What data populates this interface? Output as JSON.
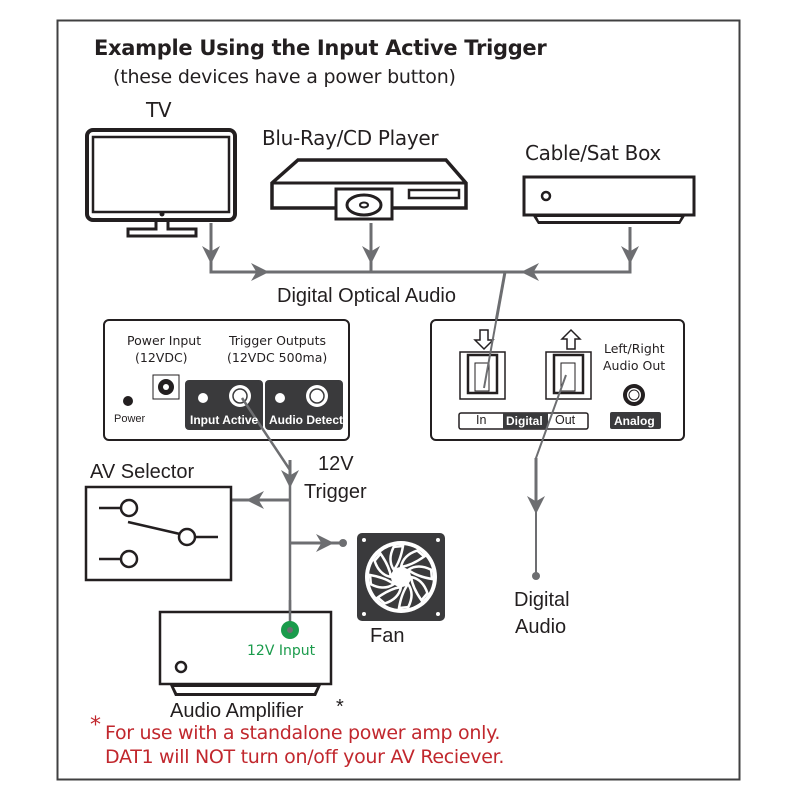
{
  "header": {
    "title": "Example Using the Input Active Trigger",
    "subtitle": "(these devices have a power button)"
  },
  "sources": [
    {
      "label": "TV",
      "icon": "tv-icon"
    },
    {
      "label": "Blu-Ray/CD Player",
      "icon": "bluray-player-icon"
    },
    {
      "label": "Cable/Sat Box",
      "icon": "cable-box-icon"
    }
  ],
  "bus_label": "Digital Optical Audio",
  "dat1_panel": {
    "power_input_label_1": "Power Input",
    "power_input_label_2": "(12VDC)",
    "trigger_label_1": "Trigger Outputs",
    "trigger_label_2": "(12VDC  500ma)",
    "power_led_label": "Power",
    "input_active_label": "Input Active",
    "audio_detect_label": "Audio Detect"
  },
  "converter_panel": {
    "analog_label_1": "Left/Right",
    "analog_label_2": "Audio Out",
    "in_label": "In",
    "digital_label": "Digital",
    "out_label": "Out",
    "analog_badge": "Analog"
  },
  "trigger": {
    "label_1": "12V",
    "label_2": "Trigger"
  },
  "av_selector_label": "AV Selector",
  "fan_label": "Fan",
  "amplifier": {
    "label": "Audio Amplifier",
    "asterisk": "*",
    "input_label": "12V Input"
  },
  "digital_audio_out": {
    "label_1": "Digital",
    "label_2": "Audio"
  },
  "footnote": {
    "asterisk": "*",
    "line_1": "For use with a standalone power amp only.",
    "line_2": "DAT1 will NOT turn on/off your AV Reciever."
  },
  "colors": {
    "wire": "#6d6e71",
    "ink": "#231f20",
    "panel_dark": "#3a3a3c",
    "warning_red": "#c1272d",
    "input_green": "#1a9b4b"
  }
}
